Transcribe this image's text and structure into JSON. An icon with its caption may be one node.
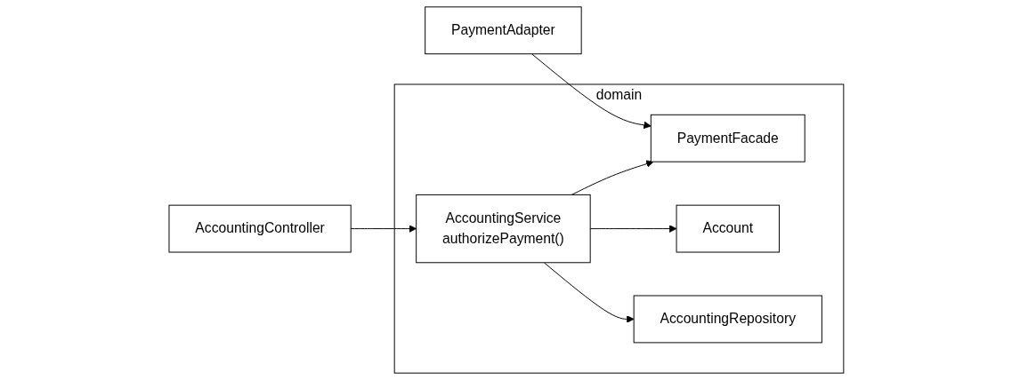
{
  "diagram": {
    "nodes": [
      {
        "text": [
          "domain"
        ]
      },
      {
        "text": [
          "AccountingController"
        ]
      },
      {
        "text": [
          "AccountingService",
          "authorizePayment()"
        ],
        "in": 0
      },
      {
        "text": [
          "PaymentFacade"
        ],
        "in": 0
      },
      {
        "text": [
          "PaymentAdapter"
        ]
      },
      {
        "text": [
          "Account"
        ],
        "in": 0
      },
      {
        "text": [
          "AccountingRepository"
        ],
        "in": 0
      }
    ],
    "edges": [
      {
        "from": 1,
        "to": 2,
        "arrow": "to"
      },
      {
        "from": 2,
        "to": 3,
        "arrow": "to"
      },
      {
        "from": 4,
        "to": 3,
        "arrow": "to"
      },
      {
        "from": 2,
        "to": 5,
        "arrow": "to"
      },
      {
        "from": 2,
        "to": 6,
        "arrow": "to"
      }
    ]
  }
}
